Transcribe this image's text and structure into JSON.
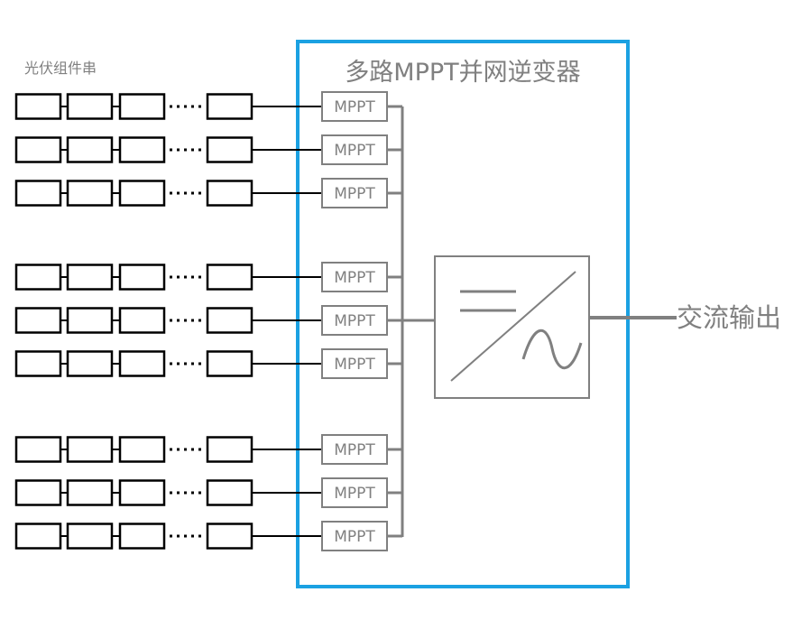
{
  "diagram": {
    "title": "多路MPPT并网逆变器",
    "caption": "光伏组件串",
    "output_label": "交流输出",
    "mppt_label": "MPPT",
    "colors": {
      "frame": "#1ba1e2",
      "panel": "#000000",
      "mppt_border": "#808080",
      "bus": "#808080",
      "text": "#808080"
    },
    "groups": [
      {
        "strings": 3,
        "mppt_count": 3
      },
      {
        "strings": 3,
        "mppt_count": 3
      },
      {
        "strings": 3,
        "mppt_count": 3
      }
    ]
  }
}
